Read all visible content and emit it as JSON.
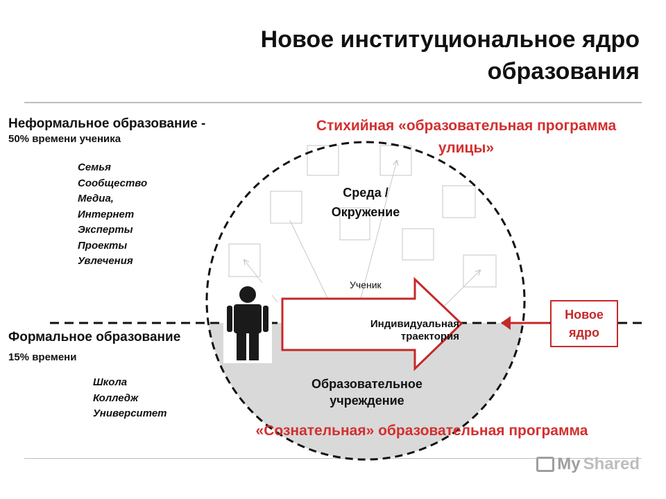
{
  "title": {
    "line1": "Новое институциональное ядро",
    "line2": "образования"
  },
  "informal": {
    "heading": "Неформальное образование -",
    "share": "50% времени ученика",
    "items": [
      "Семья",
      "Сообщество",
      "Медиа,",
      "Интернет",
      "Эксперты",
      "Проекты",
      "Увлечения"
    ]
  },
  "formal": {
    "heading": "Формальное образование",
    "share": "15% времени",
    "items": [
      "Школа",
      "Колледж",
      "Университет"
    ]
  },
  "street_program": {
    "line1": "Стихийная «образовательная программа",
    "line2": "улицы»"
  },
  "conscious_program": "«Сознательная» образовательная программа",
  "environment": {
    "line1": "Среда /",
    "line2": "Окружение"
  },
  "student_label": "Ученик",
  "trajectory": {
    "line1": "Индивидуальная",
    "line2": "траектория"
  },
  "institution": {
    "line1": "Образовательное",
    "line2": "учреждение"
  },
  "new_core": {
    "line1": "Новое",
    "line2": "ядро"
  },
  "watermark": {
    "part1": "My",
    "part2": "Shared"
  },
  "colors": {
    "accent_red": "#c62828",
    "formal_fill": "#d9d9d9",
    "person": "#1a1a1a"
  }
}
